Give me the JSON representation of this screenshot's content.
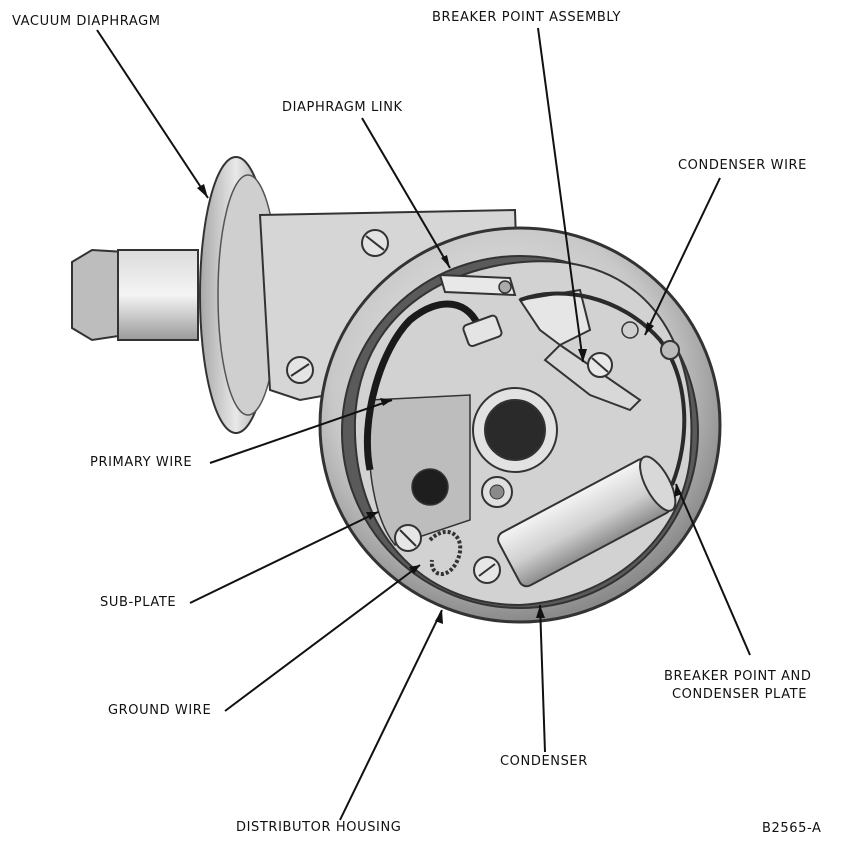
{
  "labels": {
    "vacuum_diaphragm": "VACUUM DIAPHRAGM",
    "breaker_point_assembly": "BREAKER POINT ASSEMBLY",
    "diaphragm_link": "DIAPHRAGM LINK",
    "condenser_wire": "CONDENSER WIRE",
    "primary_wire": "PRIMARY WIRE",
    "sub_plate": "SUB-PLATE",
    "ground_wire": "GROUND WIRE",
    "breaker_point_and_condenser_plate_line1": "BREAKER POINT AND",
    "breaker_point_and_condenser_plate_line2": "CONDENSER PLATE",
    "condenser": "CONDENSER",
    "distributor_housing": "DISTRIBUTOR HOUSING"
  },
  "figure_id": "B2565-A",
  "colors": {
    "line": "#111111",
    "metal_light": "#e6e6e6",
    "metal_mid": "#b8b8b8",
    "metal_dark": "#6e6e6e",
    "shadow": "#333333"
  }
}
